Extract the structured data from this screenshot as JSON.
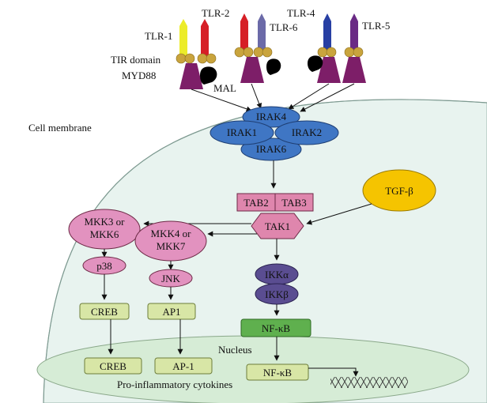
{
  "receptors": {
    "tlr1": "TLR-1",
    "tlr2": "TLR-2",
    "tlr6": "TLR-6",
    "tlr4": "TLR-4",
    "tlr5": "TLR-5"
  },
  "labels": {
    "tir_domain": "TIR domain",
    "myd88": "MYD88",
    "mal": "MAL",
    "cell_membrane": "Cell membrane",
    "nucleus": "Nucleus",
    "pro_inflammatory": "Pro-inflammatory cytokines"
  },
  "nodes": {
    "irak4": "IRAK4",
    "irak1": "IRAK1",
    "irak2": "IRAK2",
    "irak6": "IRAK6",
    "tab2": "TAB2",
    "tab3": "TAB3",
    "tak1": "TAK1",
    "tgf_beta": "TGF-β",
    "mkk3_line1": "MKK3 or",
    "mkk3_line2": "MKK6",
    "mkk4_line1": "MKK4 or",
    "mkk4_line2": "MKK7",
    "p38": "p38",
    "jnk": "JNK",
    "ikka": "IKKα",
    "ikkb": "IKKβ",
    "creb_cyto": "CREB",
    "ap1_cyto": "AP1",
    "nfkb_cyto": "NF-κB",
    "creb_nuc": "CREB",
    "ap1_nuc": "AP-1",
    "nfkb_nuc": "NF-κB"
  },
  "colors": {
    "cell_bg": "#e8f3ef",
    "nucleus_bg": "#d6ecd6",
    "irak": "#3f76c4",
    "tab": "#df86ad",
    "mkk": "#e292bf",
    "ikk": "#5a4d91",
    "tf_box": "#d8e6a6",
    "nfkb_box": "#5fb04e",
    "tgf": "#f5c400",
    "myd88": "#7d1e68",
    "tir": "#c9a43d",
    "tlr_yellow": "#ecec2a",
    "tlr_red": "#d61f26",
    "tlr_slate": "#6b6aa8",
    "tlr_blue": "#273fa3",
    "tlr_purple": "#6a2a85"
  }
}
